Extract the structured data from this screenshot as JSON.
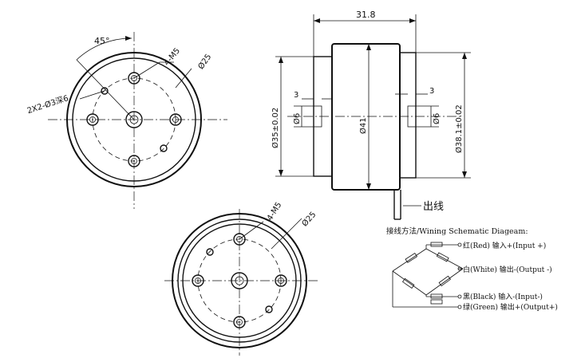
{
  "top_view": {
    "angle_label": "45°",
    "thread_label": "4-M5",
    "circle_label": "Ø25",
    "hole_label": "2X2-Ø3深6"
  },
  "side_view": {
    "length_label": "31.8",
    "left_diameter_label": "Ø35±0.02",
    "right_diameter_label": "Ø38.1±0.02",
    "body_diameter_label": "Ø41",
    "left_slot_depth": "3",
    "left_slot_width": "Ø6",
    "right_slot_depth": "3",
    "right_slot_width": "Ø6",
    "cable_label": "出线"
  },
  "bottom_view": {
    "thread_label": "4-M5",
    "circle_label": "Ø25"
  },
  "wiring": {
    "title": "接线方法/Wining Schematic Diageam:",
    "wires": [
      {
        "label": "红(Red)    输入+(Input +)"
      },
      {
        "label": "白(White) 输出-(Output -)"
      },
      {
        "label": "黑(Black)  输入-(Input-)"
      },
      {
        "label": "绿(Green) 输出+(Output+)"
      }
    ]
  }
}
